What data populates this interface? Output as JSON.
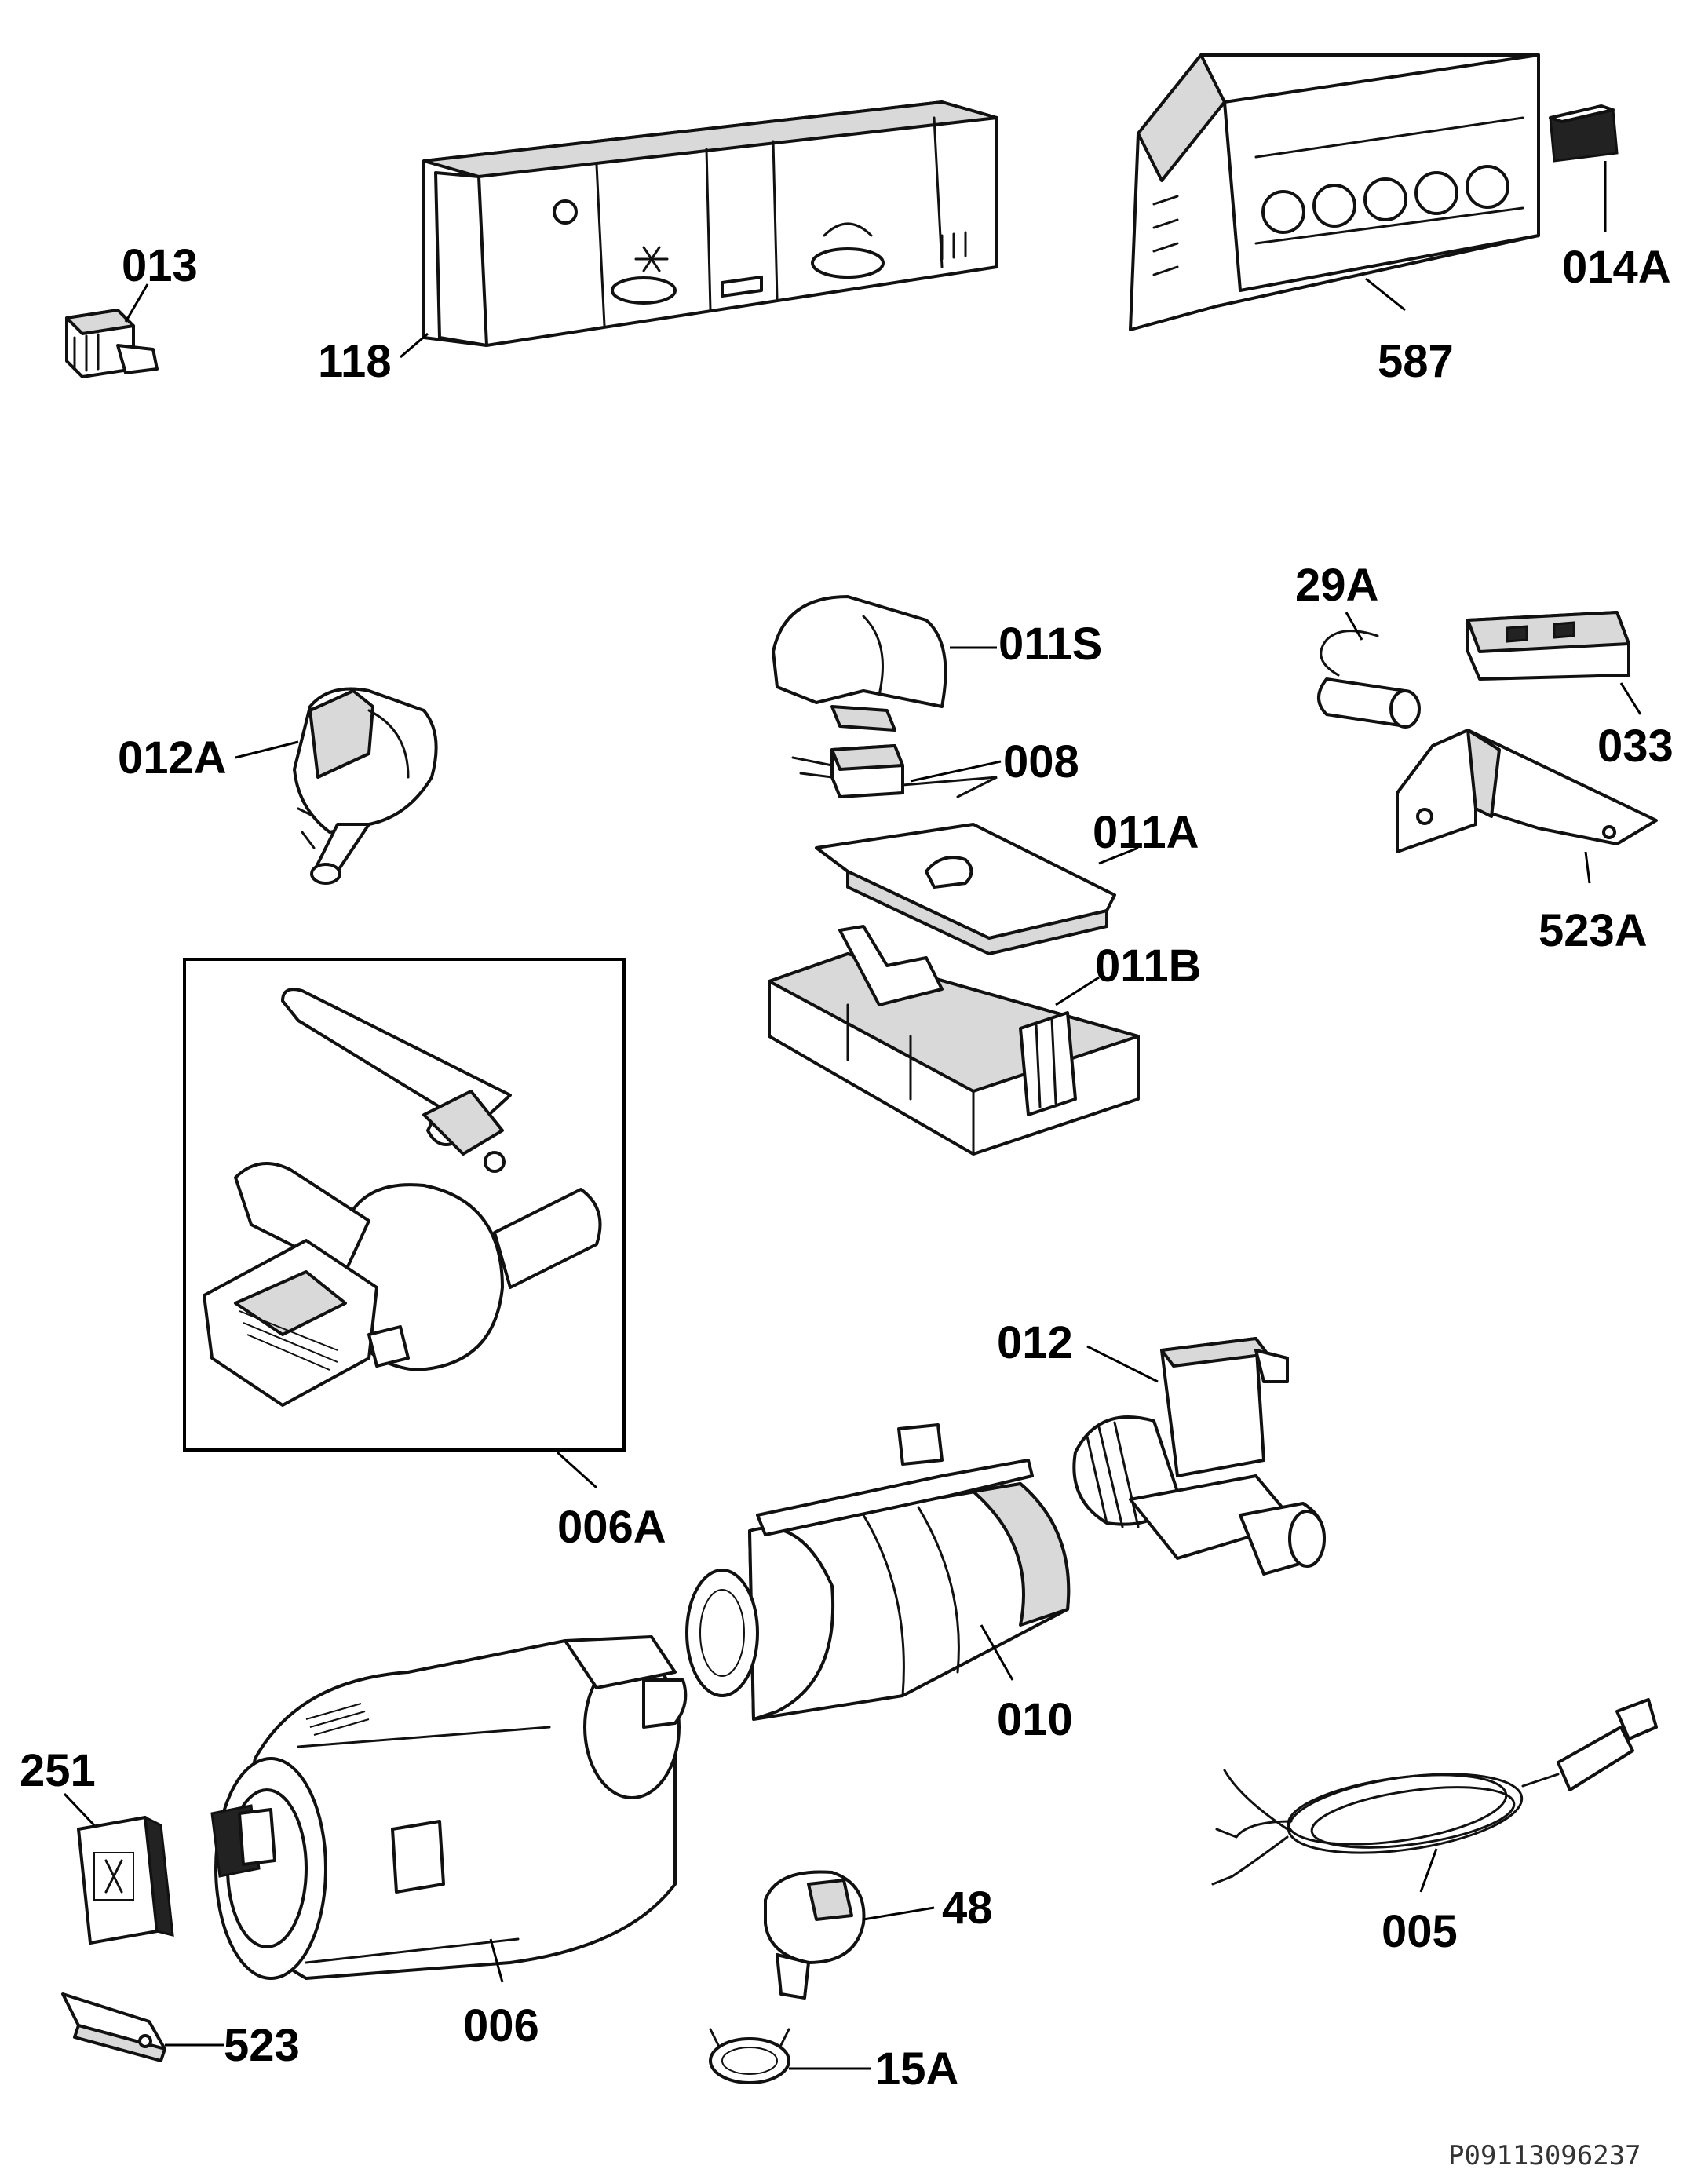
{
  "diagram": {
    "reference_code": "P09113096237",
    "labels": {
      "013": "013",
      "118": "118",
      "587": "587",
      "014A": "014A",
      "29A": "29A",
      "011S": "011S",
      "012A": "012A",
      "008": "008",
      "033": "033",
      "011A": "011A",
      "523A": "523A",
      "011B": "011B",
      "012": "012",
      "006A": "006A",
      "010": "010",
      "251": "251",
      "48": "48",
      "005": "005",
      "006": "006",
      "523": "523",
      "15A": "15A"
    }
  }
}
